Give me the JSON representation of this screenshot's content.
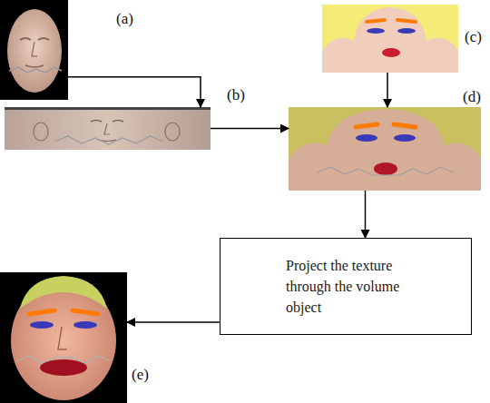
{
  "diagram": {
    "nodes": [
      {
        "text": [
          "(a)"
        ]
      },
      {
        "text": [
          "(b)"
        ]
      },
      {
        "text": [
          "(c)"
        ]
      },
      {
        "text": [
          "(d)"
        ]
      },
      {
        "text": [
          "Project the texture through the volume object"
        ]
      },
      {
        "text": [
          "(e)"
        ]
      }
    ],
    "edges": [
      {
        "from": 0,
        "to": 1,
        "arrow": "to"
      },
      {
        "from": 1,
        "to": 3,
        "arrow": "to"
      },
      {
        "from": 2,
        "to": 3,
        "arrow": "to"
      },
      {
        "from": 3,
        "to": 4,
        "arrow": "to"
      },
      {
        "from": 4,
        "to": 5,
        "arrow": "to"
      }
    ]
  }
}
